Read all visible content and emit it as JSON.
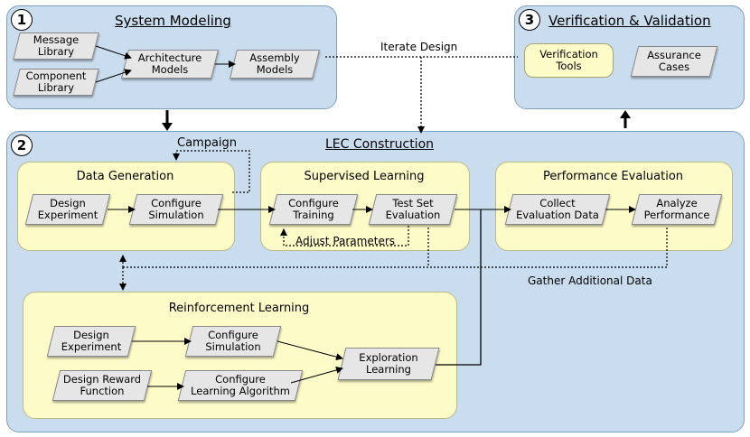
{
  "system_modeling": {
    "number": "1",
    "title": "System Modeling",
    "message_library": "Message\nLibrary",
    "component_library": "Component\nLibrary",
    "architecture_models": "Architecture\nModels",
    "assembly_models": "Assembly\nModels"
  },
  "verification": {
    "number": "3",
    "title": "Verification & Validation",
    "verification_tools": "Verification\nTools",
    "assurance_cases": "Assurance\nCases"
  },
  "lec": {
    "number": "2",
    "title": "LEC Construction",
    "campaign": "Campaign",
    "data_generation": {
      "title": "Data Generation",
      "design_experiment": "Design\nExperiment",
      "configure_simulation": "Configure\nSimulation"
    },
    "supervised_learning": {
      "title": "Supervised Learning",
      "configure_training": "Configure\nTraining",
      "test_set_evaluation": "Test Set\nEvaluation",
      "adjust_parameters": "Adjust Parameters"
    },
    "performance_evaluation": {
      "title": "Performance Evaluation",
      "collect_evaluation_data": "Collect\nEvaluation Data",
      "analyze_performance": "Analyze\nPerformance"
    },
    "gather_additional_data": "Gather Additional Data",
    "reinforcement_learning": {
      "title": "Reinforcement Learning",
      "design_experiment": "Design\nExperiment",
      "configure_simulation": "Configure\nSimulation",
      "design_reward_function": "Design Reward\nFunction",
      "configure_learning_algorithm": "Configure\nLearning Algorithm",
      "exploration_learning": "Exploration\nLearning"
    }
  },
  "iterate_design": "Iterate Design"
}
